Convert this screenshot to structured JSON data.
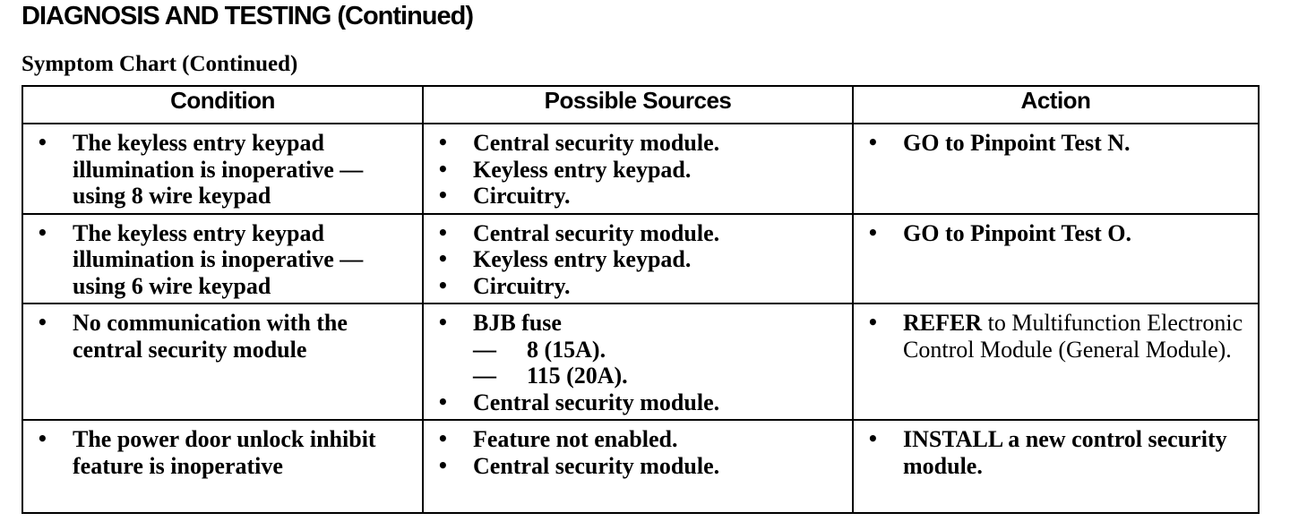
{
  "header": {
    "title": "DIAGNOSIS AND TESTING (Continued)",
    "subtitle": "Symptom Chart (Continued)"
  },
  "table": {
    "columns": [
      "Condition",
      "Possible Sources",
      "Action"
    ],
    "rows": [
      {
        "condition": "The keyless entry keypad illumination is inoperative — using 8 wire keypad",
        "sources": [
          "Central security module.",
          "Keyless entry keypad.",
          "Circuitry."
        ],
        "action": "GO to Pinpoint Test N."
      },
      {
        "condition": "The keyless entry keypad illumination is inoperative — using 6 wire keypad",
        "sources": [
          "Central security module.",
          "Keyless entry keypad.",
          "Circuitry."
        ],
        "action": "GO to Pinpoint Test O."
      },
      {
        "condition": "No communication with the central security module",
        "sources": [
          "BJB fuse",
          "8 (15A).",
          "115 (20A).",
          "Central security module."
        ],
        "dash": "—",
        "action_bold": "REFER",
        "action_rest": " to Multifunction Electronic Control Module (General Module)."
      },
      {
        "condition": "The power door unlock inhibit feature is inoperative",
        "sources": [
          "Feature not enabled.",
          "Central security module."
        ],
        "action": "INSTALL a new control security module."
      }
    ]
  }
}
